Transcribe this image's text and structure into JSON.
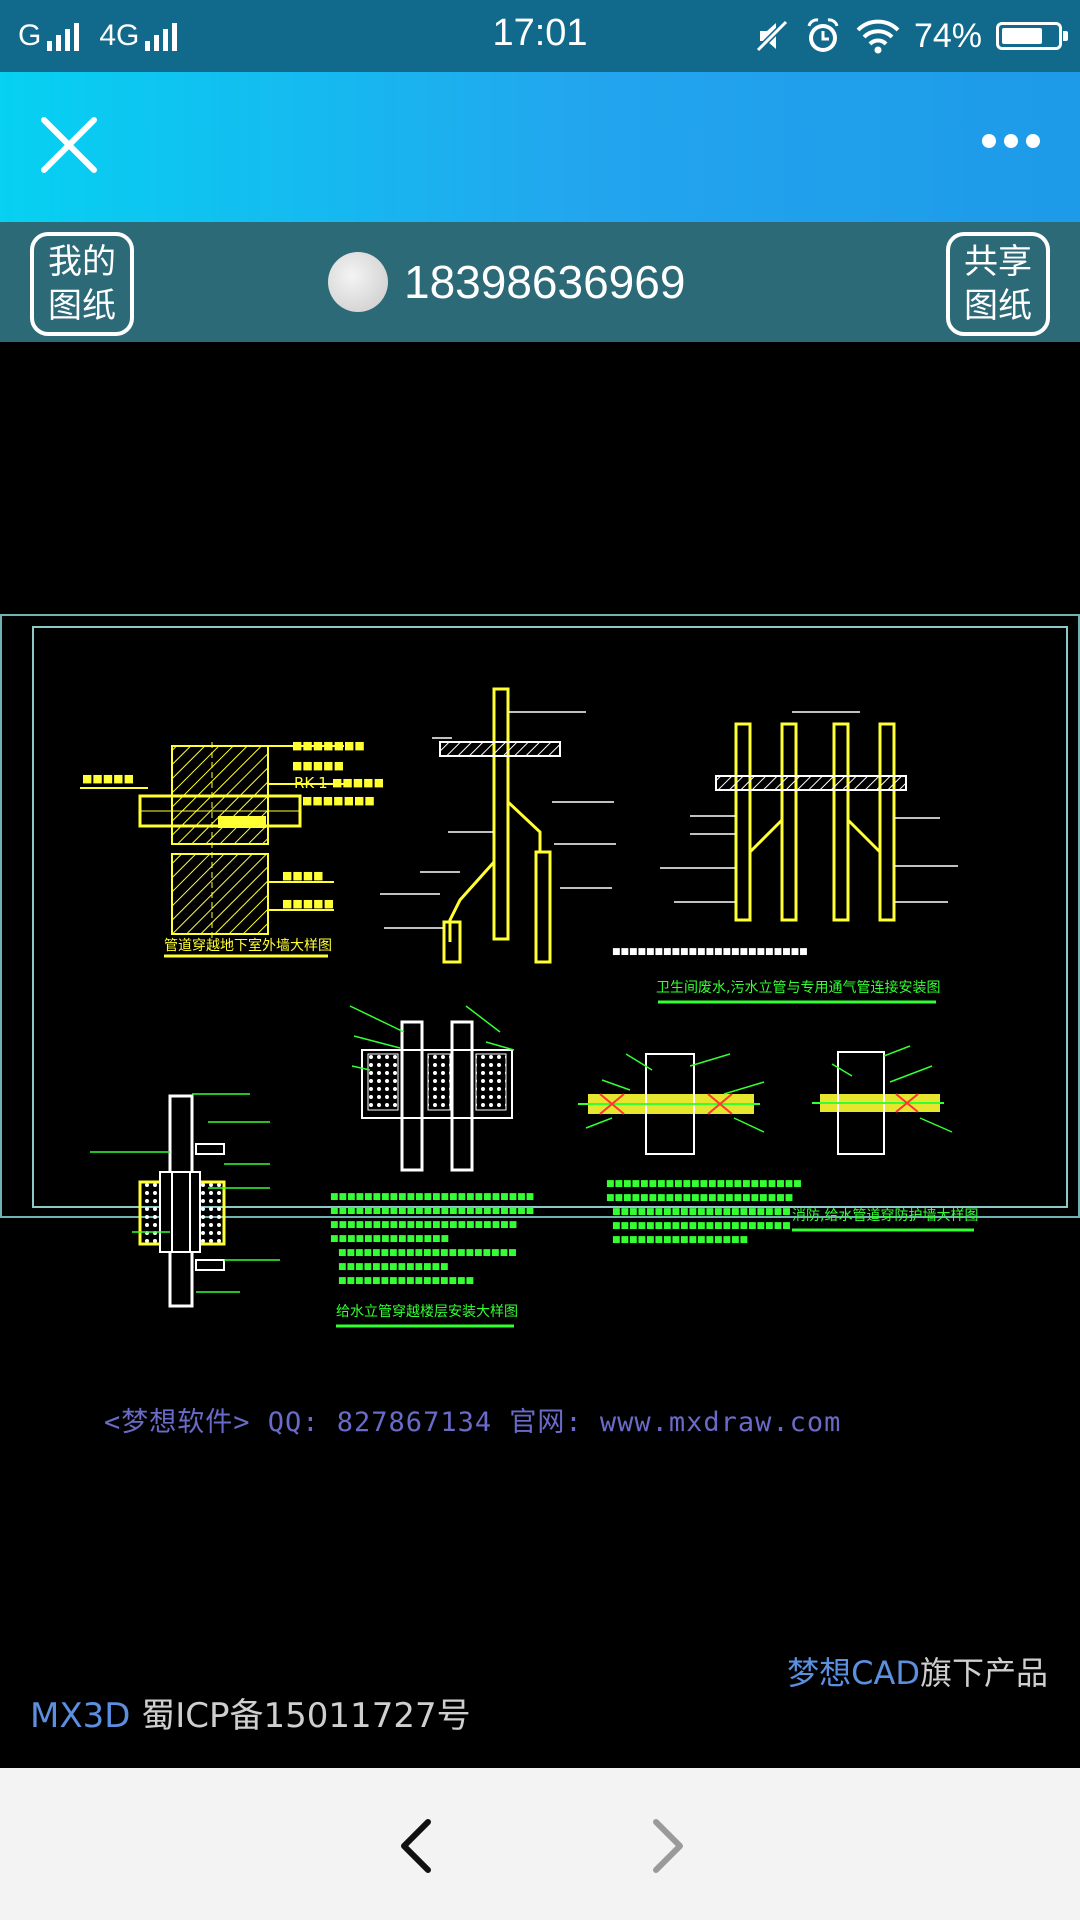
{
  "status_bar": {
    "network_1": "G",
    "network_2": "4G",
    "time": "17:01",
    "battery_text": "74%",
    "battery_level": 0.74,
    "icons": [
      "signal-icon",
      "mute-icon",
      "alarm-icon",
      "wifi-icon",
      "battery-icon"
    ]
  },
  "title_bar": {
    "close_icon": "close-icon",
    "more_icon": "more-icon"
  },
  "user_bar": {
    "my_drawings_line1": "我的",
    "my_drawings_line2": "图纸",
    "share_line1": "共享",
    "share_line2": "图纸",
    "username": "18398636969"
  },
  "drawing": {
    "title_1": "管道穿越地下室外墙大样图",
    "title_2": "卫生间废水,污水立管与专用通气管连接安装图",
    "title_3": "给水立管穿越楼层安装大样图",
    "title_4": "消防,给水管道穿防护墙大样图",
    "label_rk": "RK-1",
    "watermark": "<梦想软件> QQ: 827867134 官网: www.mxdraw.com"
  },
  "footer": {
    "brand_blue": "梦想CAD",
    "brand_rest": "旗下产品",
    "icp_blue": "MX3D",
    "icp_rest": " 蜀ICP备15011727号"
  },
  "bottom_nav": {
    "back_icon": "chevron-left-icon",
    "forward_icon": "chevron-right-icon"
  },
  "colors": {
    "status_bg": "#116a8c",
    "userbar_bg": "#2c6a78",
    "cad_yellow": "#ffff33",
    "cad_green": "#33ff33",
    "cad_white": "#ffffff",
    "cad_red": "#ff3333"
  }
}
